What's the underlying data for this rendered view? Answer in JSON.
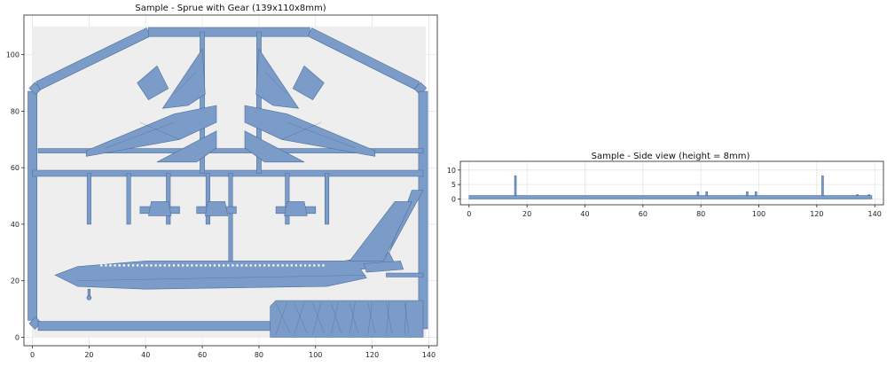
{
  "colors": {
    "part_fill": "#7b9cc8",
    "part_edge": "#4f6f9c",
    "background_plate": "#eeeeee",
    "grid": "#dcdcdc"
  },
  "chart_data": [
    {
      "type": "other",
      "title": "Sample - Sprue with Gear  (139x110x8mm)",
      "xlim": [
        -3,
        143
      ],
      "ylim": [
        -3,
        114
      ],
      "xticks": [
        0,
        20,
        40,
        60,
        80,
        100,
        120,
        140
      ],
      "yticks": [
        0,
        20,
        40,
        60,
        80,
        100
      ],
      "grid": true,
      "plate": {
        "x": [
          0,
          139
        ],
        "y": [
          0,
          110
        ]
      }
    },
    {
      "type": "other",
      "title": "Sample - Side view (height = 8mm)",
      "xlim": [
        -3,
        143
      ],
      "ylim": [
        -2,
        13
      ],
      "xticks": [
        0,
        20,
        40,
        60,
        80,
        100,
        120,
        140
      ],
      "yticks": [
        0,
        5,
        10
      ],
      "grid": true,
      "body_height": [
        0,
        1.2
      ],
      "peaks": [
        [
          16,
          8
        ],
        [
          79,
          2.5
        ],
        [
          82,
          2.5
        ],
        [
          96,
          2.5
        ],
        [
          99,
          2.5
        ],
        [
          122,
          8
        ],
        [
          134,
          1.5
        ],
        [
          138,
          1.5
        ]
      ]
    }
  ]
}
